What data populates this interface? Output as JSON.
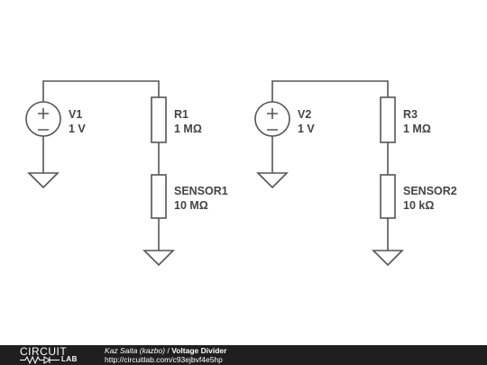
{
  "circuit": {
    "left": {
      "source": {
        "name": "V1",
        "value": "1 V"
      },
      "top_resistor": {
        "name": "R1",
        "value": "1 MΩ"
      },
      "sensor": {
        "name": "SENSOR1",
        "value": "10 MΩ"
      }
    },
    "right": {
      "source": {
        "name": "V2",
        "value": "1 V"
      },
      "top_resistor": {
        "name": "R3",
        "value": "1 MΩ"
      },
      "sensor": {
        "name": "SENSOR2",
        "value": "10 kΩ"
      }
    }
  },
  "footer": {
    "logo_top": "CIRCUIT",
    "logo_bottom": "LAB",
    "author": "Kaz Saita (kazbo)",
    "separator": " / ",
    "title": "Voltage Divider",
    "url": "http://circuitlab.com/c93ejbvf4e5hp"
  },
  "colors": {
    "wire": "#555555",
    "label": "#444444",
    "footer_bg": "#1f1f1f"
  }
}
